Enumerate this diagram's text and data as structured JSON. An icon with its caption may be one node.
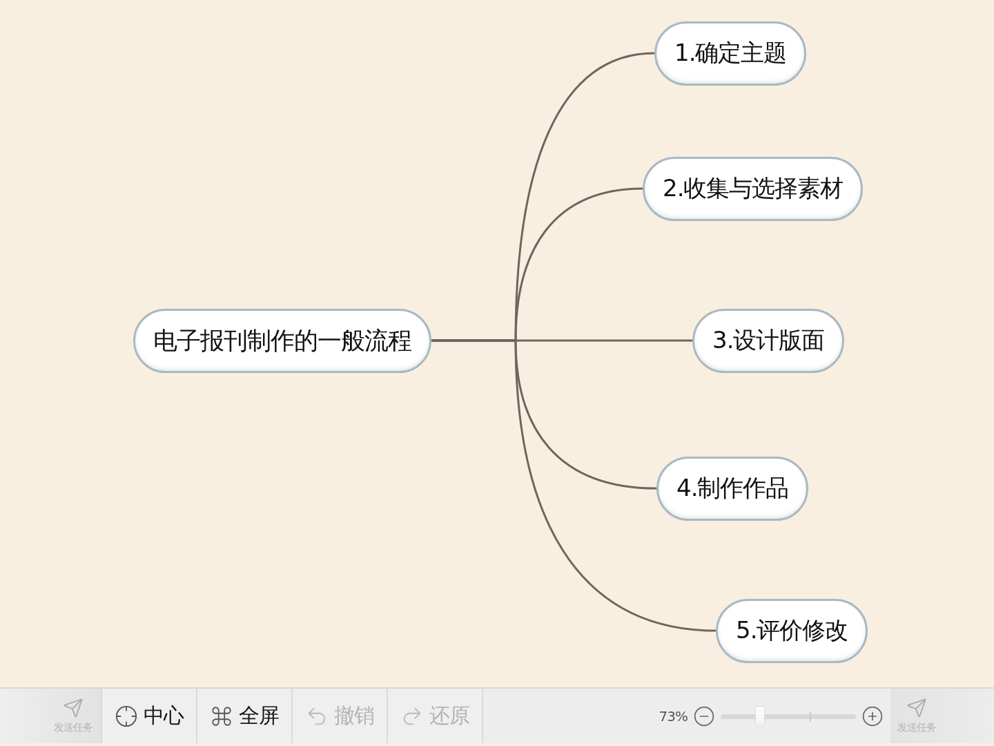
{
  "diagram": {
    "nodes": [
      {
        "text": [
          "电子报刊制作的一般流程"
        ]
      },
      {
        "text": [
          "1.确定主题"
        ]
      },
      {
        "text": [
          "2.收集与选择素材"
        ]
      },
      {
        "text": [
          "3.设计版面"
        ]
      },
      {
        "text": [
          "4.制作作品"
        ]
      },
      {
        "text": [
          "5.评价修改"
        ]
      }
    ],
    "edges": [
      {
        "from": 0,
        "to": 1,
        "arrow": "none"
      },
      {
        "from": 0,
        "to": 2,
        "arrow": "none"
      },
      {
        "from": 0,
        "to": 3,
        "arrow": "none"
      },
      {
        "from": 0,
        "to": 4,
        "arrow": "none"
      },
      {
        "from": 0,
        "to": 5,
        "arrow": "none"
      }
    ],
    "labels": [
      "发送任务",
      "中心",
      "全屏",
      "撤销",
      "还原",
      "73%",
      "发送任务"
    ]
  }
}
